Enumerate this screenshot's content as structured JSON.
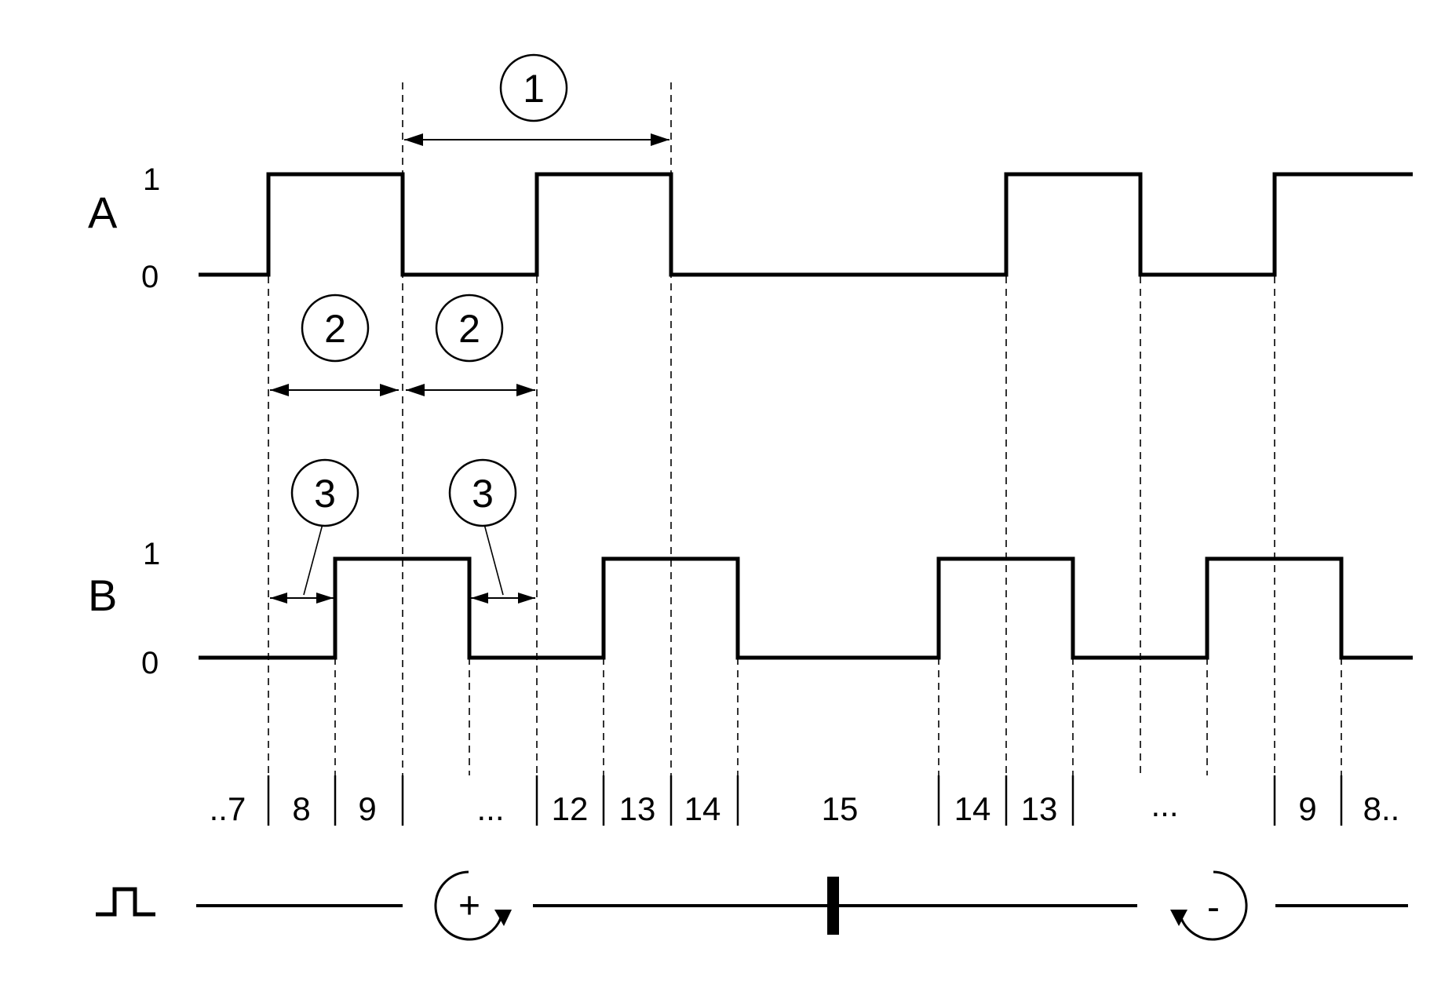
{
  "signal_a": {
    "name": "A",
    "high_label": "1",
    "low_label": "0"
  },
  "signal_b": {
    "name": "B",
    "high_label": "1",
    "low_label": "0"
  },
  "callouts": {
    "period": "1",
    "half_period": "2",
    "phase_shift": "3"
  },
  "counter_values": [
    "..7",
    "8",
    "9",
    "...",
    "12",
    "13",
    "14",
    "15",
    "14",
    "13",
    "...",
    "9",
    "8.."
  ],
  "direction": {
    "forward": "+",
    "reverse": "-"
  },
  "icons": [
    "pulse-icon",
    "rotate-clockwise-icon",
    "rotate-counterclockwise-icon"
  ],
  "colors": {
    "line": "#000000",
    "background": "#ffffff"
  }
}
